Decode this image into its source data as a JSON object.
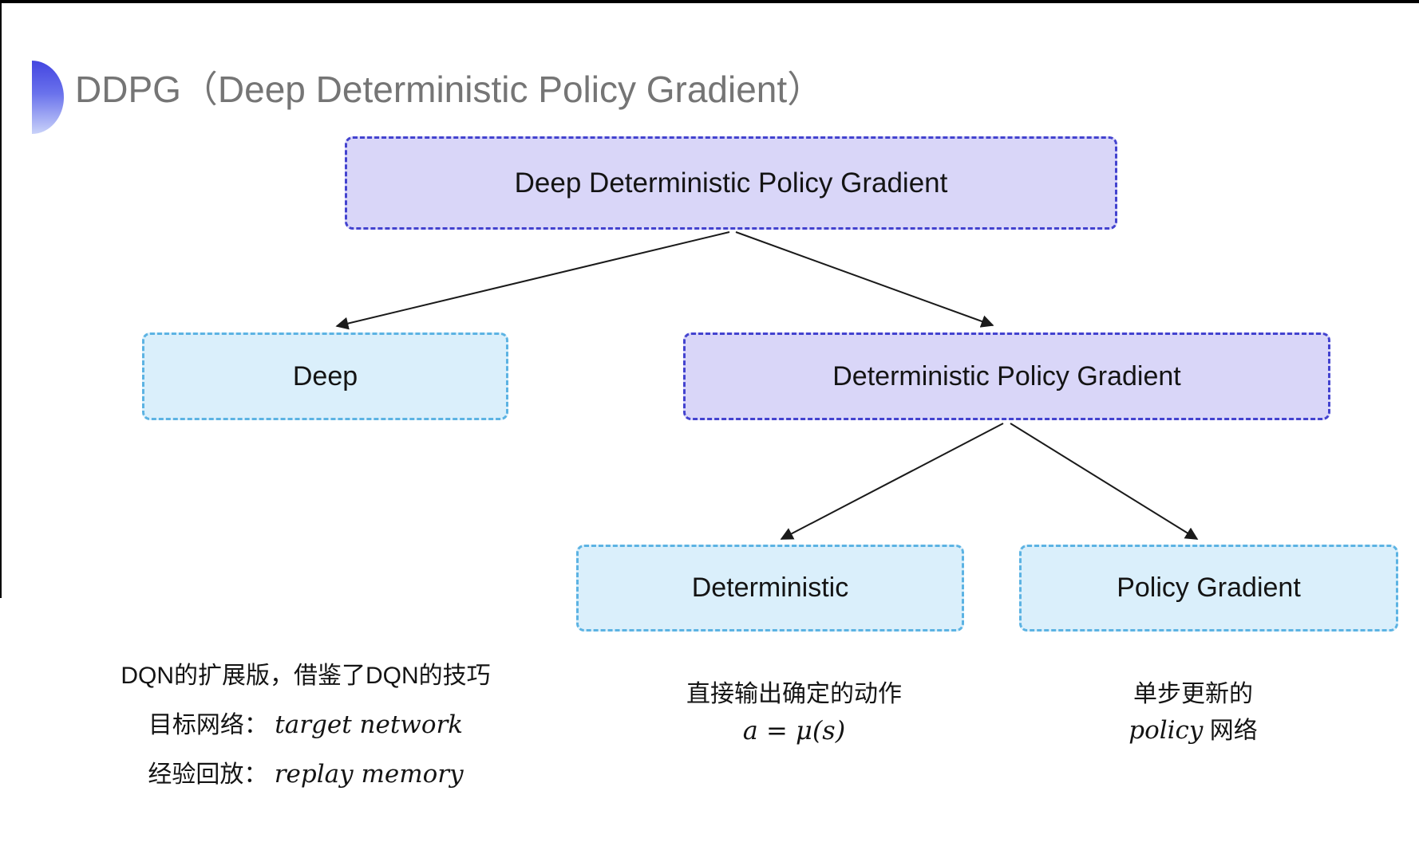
{
  "page": {
    "title": "DDPG（Deep Deterministic Policy Gradient）"
  },
  "colors": {
    "title_text": "#757575",
    "bullet_gradient_top": "#4345e0",
    "bullet_gradient_bottom": "#c9d2f9",
    "lavender_fill": "#d9d6f8",
    "lavender_border": "#4343cf",
    "cyan_fill": "#daeffb",
    "cyan_border": "#5cb3e3",
    "arrow": "#1a1a1a",
    "node_text": "#141414"
  },
  "tree": {
    "root": {
      "label": "Deep Deterministic Policy Gradient"
    },
    "level2": [
      {
        "label": "Deep"
      },
      {
        "label": "Deterministic Policy Gradient"
      }
    ],
    "level3": [
      {
        "label": "Deterministic"
      },
      {
        "label": "Policy Gradient"
      }
    ]
  },
  "notes": {
    "deep": {
      "line1": "DQN的扩展版，借鉴了DQN的技巧",
      "line2_label": "目标网络：",
      "line2_term": "target network",
      "line3_label": "经验回放：",
      "line3_term": "replay memory"
    },
    "deterministic": {
      "line1": "直接输出确定的动作",
      "formula": "a = μ(s)"
    },
    "policy_gradient": {
      "line1": "单步更新的",
      "line2_term": "policy",
      "line2_label": " 网络"
    }
  }
}
